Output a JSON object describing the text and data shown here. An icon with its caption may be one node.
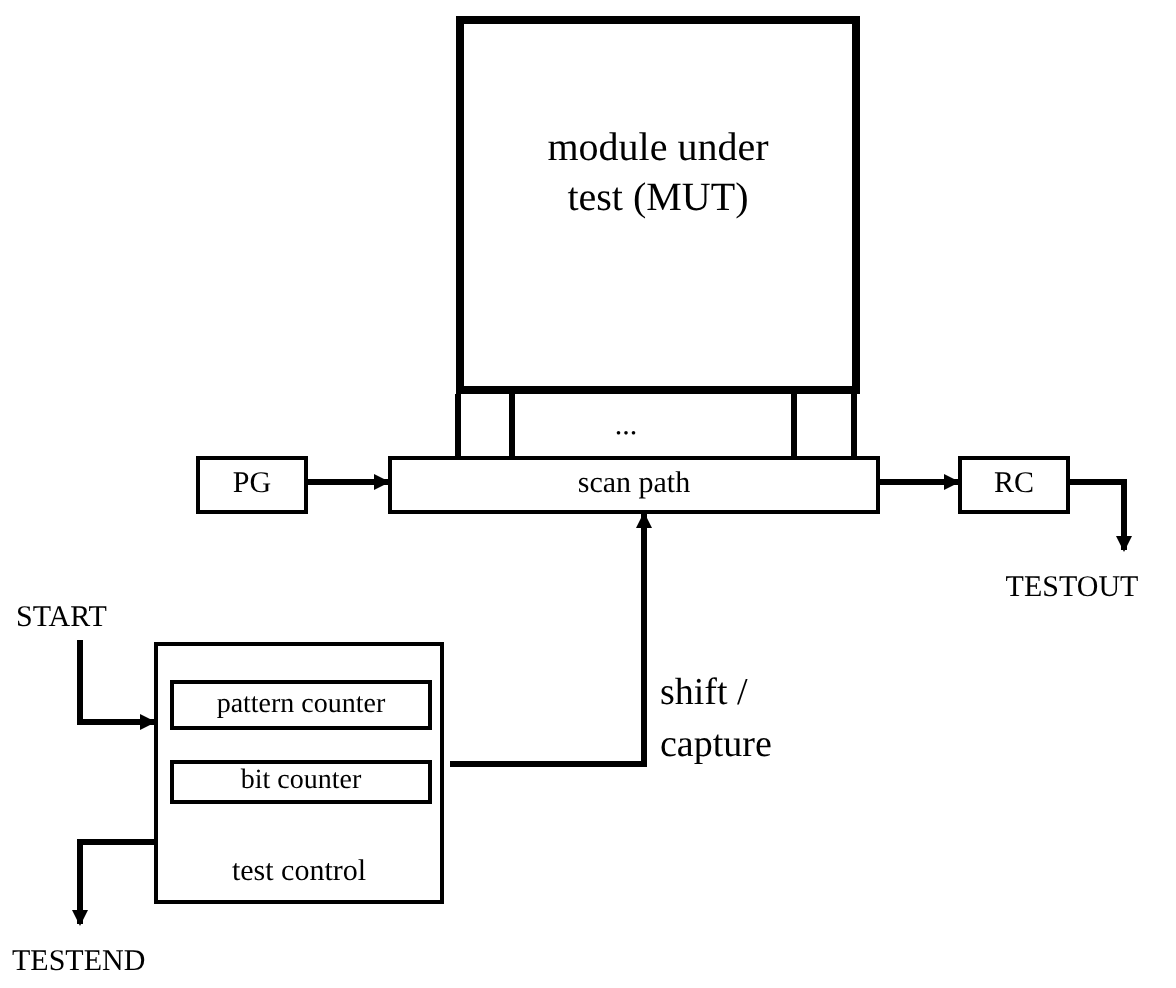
{
  "diagram": {
    "nodes": [
      {
        "text": [
          "module under test (MUT)"
        ]
      },
      {
        "text": [
          "PG"
        ]
      },
      {
        "text": [
          "scan path"
        ]
      },
      {
        "text": [
          "RC"
        ]
      },
      {
        "text": [
          "TESTOUT"
        ]
      },
      {
        "text": [
          "START"
        ]
      },
      {
        "text": [
          "test control"
        ]
      },
      {
        "text": [
          "pattern counter"
        ],
        "in": 6
      },
      {
        "text": [
          "bit counter"
        ],
        "in": 6
      },
      {
        "text": [
          "TESTEND"
        ]
      }
    ],
    "edges": [
      {
        "from": 0,
        "to": 2,
        "arrow": "none"
      },
      {
        "from": 0,
        "to": 2,
        "arrow": "none"
      },
      {
        "from": 0,
        "to": 2,
        "arrow": "none"
      },
      {
        "from": 0,
        "to": 2,
        "arrow": "none"
      },
      {
        "from": 1,
        "to": 2,
        "arrow": "to"
      },
      {
        "from": 2,
        "to": 3,
        "arrow": "to"
      },
      {
        "from": 3,
        "to": 4,
        "arrow": "to"
      },
      {
        "from": 5,
        "to": 6,
        "arrow": "to"
      },
      {
        "from": 6,
        "to": 9,
        "arrow": "to"
      },
      {
        "from": 6,
        "to": 2,
        "arrow": "to",
        "label": "shift / capture"
      }
    ],
    "labels": [
      "..."
    ]
  }
}
